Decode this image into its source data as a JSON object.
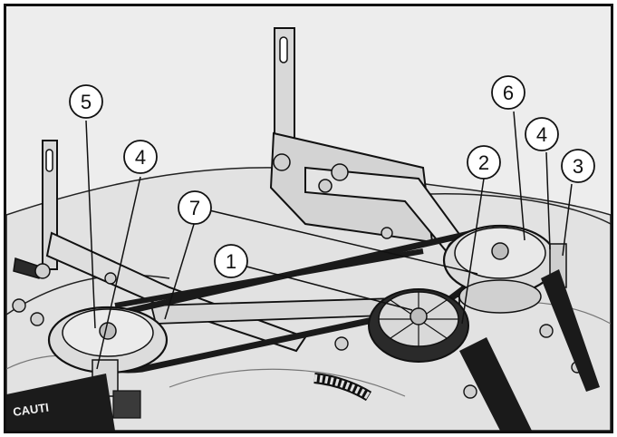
{
  "callouts": [
    {
      "id": "c1",
      "label": "1"
    },
    {
      "id": "c2",
      "label": "2"
    },
    {
      "id": "c3",
      "label": "3"
    },
    {
      "id": "c4a",
      "label": "4"
    },
    {
      "id": "c4b",
      "label": "4"
    },
    {
      "id": "c5",
      "label": "5"
    },
    {
      "id": "c6",
      "label": "6"
    },
    {
      "id": "c7",
      "label": "7"
    }
  ],
  "decal_text": "CAUTI",
  "colors": {
    "deck": "#e6e6e6",
    "outline": "#111111",
    "belt": "#1a1a1a",
    "shadow": "#8c8c8c",
    "highlight": "#ffffff"
  }
}
